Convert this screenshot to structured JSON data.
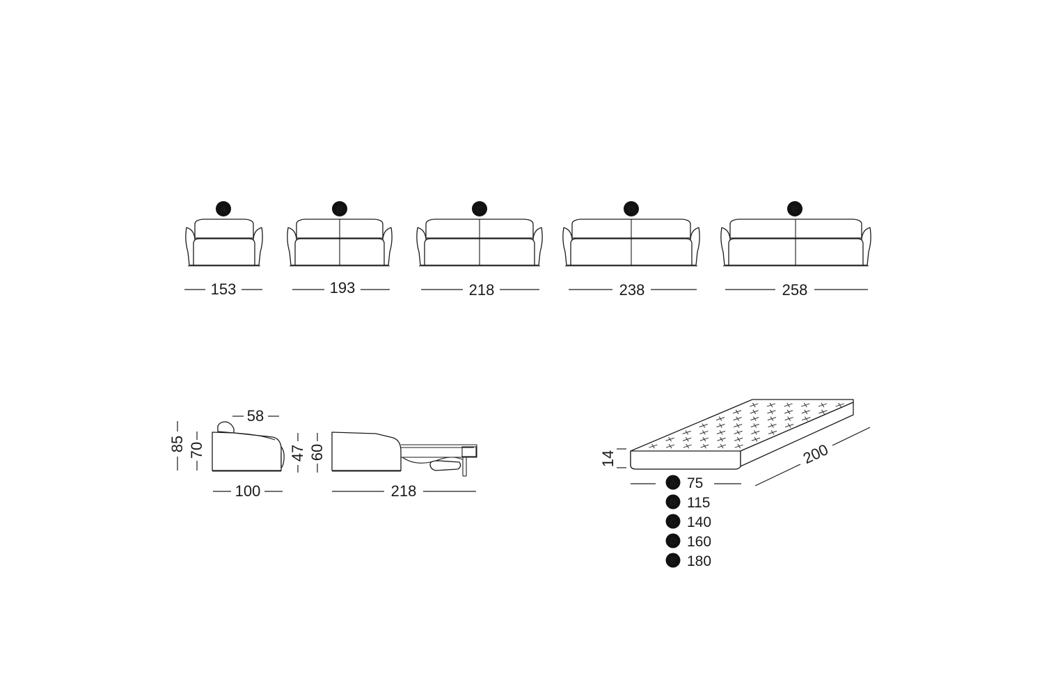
{
  "models": [
    {
      "letter": "A",
      "width": "153"
    },
    {
      "letter": "B",
      "width": "193"
    },
    {
      "letter": "C",
      "width": "218"
    },
    {
      "letter": "D",
      "width": "238"
    },
    {
      "letter": "E",
      "width": "258"
    }
  ],
  "side_view": {
    "seat_depth": "58",
    "total_height": "85",
    "arm_height": "70",
    "depth": "100",
    "seat_height": "47",
    "bed_height": "60",
    "open_length": "218"
  },
  "mattress": {
    "thickness": "14",
    "length": "200",
    "widths": [
      {
        "letter": "A",
        "value": "75"
      },
      {
        "letter": "B",
        "value": "115"
      },
      {
        "letter": "C",
        "value": "140"
      },
      {
        "letter": "D",
        "value": "160"
      },
      {
        "letter": "E",
        "value": "180"
      }
    ]
  }
}
